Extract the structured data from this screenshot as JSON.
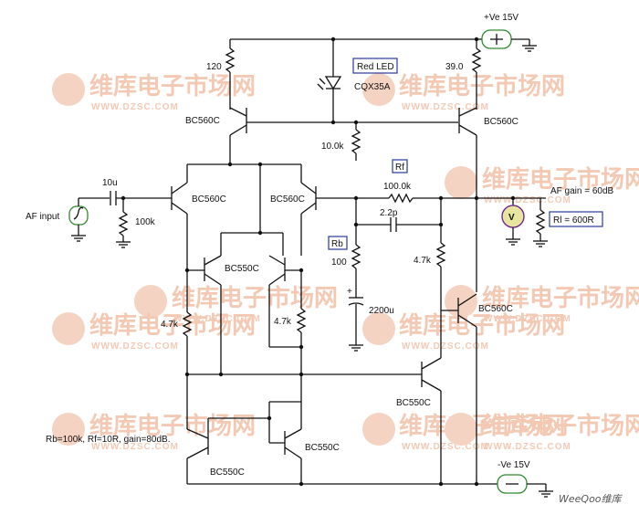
{
  "watermarks": [
    {
      "cn": "维库电子市场网",
      "url": "WWW.DZSC.COM"
    }
  ],
  "labels": {
    "vpos": "+Ve 15V",
    "vneg": "-Ve 15V",
    "r120": "120",
    "r39": "39.0",
    "led_title": "Red LED",
    "led_part": "CQX35A",
    "q_top_left": "BC560C",
    "q_top_right": "BC560C",
    "r10k": "10.0k",
    "cap_in": "10u",
    "af_input": "AF input",
    "r100k_in": "100k",
    "q_in_left": "BC560C",
    "q_in_right": "BC560C",
    "rf_title": "Rf",
    "rf_val": "100.0k",
    "cc_val": "2.2p",
    "rb_title": "Rb",
    "rb_val": "100",
    "af_gain": "AF gain = 60dB",
    "rl_title": "Rl = 600R",
    "q_mirror": "BC550C",
    "r47k_right": "4.7k",
    "r47k_left": "4.7k",
    "r47k_mid": "4.7k",
    "c2200": "2200u",
    "q_vas_pnp": "BC560C",
    "q_vas_npn": "BC550C",
    "q_bot_left": "BC550C",
    "q_bot_right": "BC550C",
    "note": "Rb=100k, Rf=10R, gain=80dB.",
    "meter_glyph": "V",
    "brand": "WeeQoo维库"
  },
  "colors": {
    "wire": "#111111",
    "box_border": "#2a3a9a",
    "source_border": "#2f8a2f",
    "meter_fill": "#e6e6a0",
    "meter_border": "#6a1a8a",
    "watermark": "#f3c9b4"
  }
}
